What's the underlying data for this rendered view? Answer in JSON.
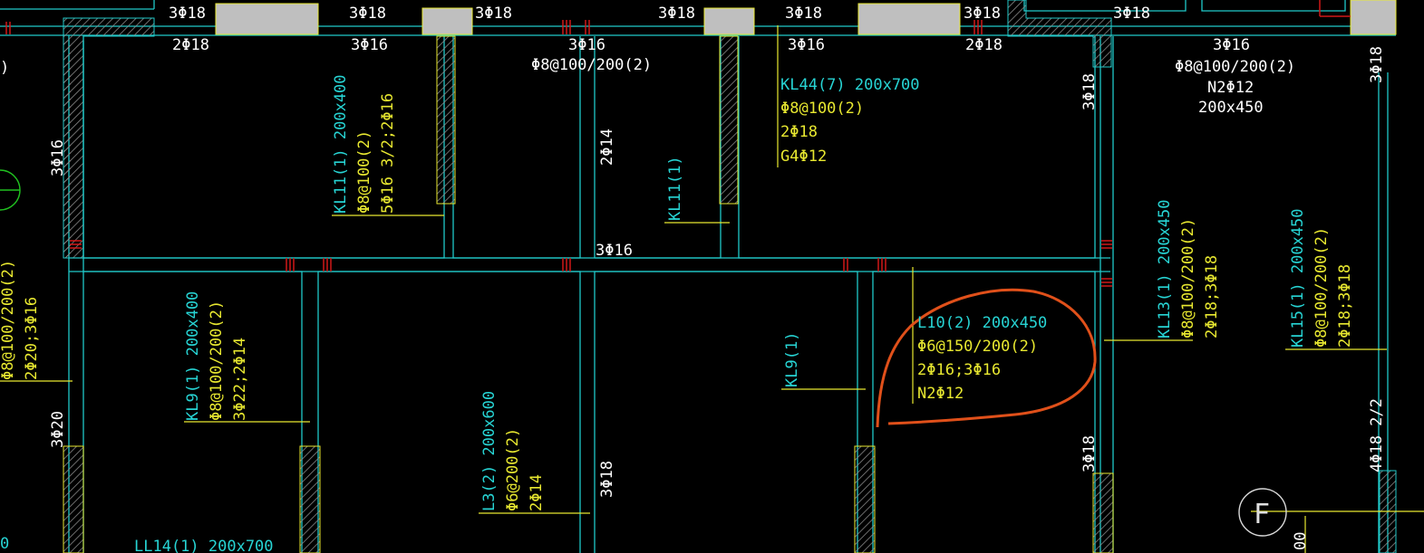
{
  "drawing": {
    "background": "#000000",
    "colors": {
      "beam": "#20c9c9",
      "column_fill": "#bfbfbf",
      "wall_hatch": "#8a8a8a",
      "leader": "#e8e830",
      "cyan_text": "#27d4d4",
      "yellow_text": "#e8e830",
      "white_text": "#ffffff",
      "section_mark": "#d01818",
      "revision_cloud": "#e0501a",
      "grid_bubble": "#20c020"
    },
    "top_rebar": {
      "a": "3Φ18",
      "b": "3Φ18",
      "c": "3Φ18",
      "d": "3Φ18",
      "e": "3Φ18",
      "f": "3Φ18",
      "g": "3Φ18"
    },
    "second_row": {
      "a": "2Φ18",
      "b": "3Φ16",
      "c": "3Φ16",
      "d": "3Φ16",
      "e": "2Φ18",
      "f": "3Φ16"
    },
    "stirrup_top_mid": "Φ8@100/200(2)",
    "right_top": {
      "line1": "Φ8@100/200(2)",
      "line2": "N2Φ12",
      "line3": "200x450"
    },
    "kl44": {
      "line1": "KL44(7) 200x700",
      "line2": "Φ8@100(2)",
      "line3": "2Φ18",
      "line4": "G4Φ12"
    },
    "kl11_a": {
      "line1": "KL11(1) 200x400",
      "line2": "Φ8@100(2)",
      "line3": "5Φ16 3/2;2Φ16"
    },
    "kl11_b": "KL11(1)",
    "v_2phi14": "2Φ14",
    "mid_3phi16": "3Φ16",
    "left_3phi16": "3Φ16",
    "left_partial": {
      "line1": "Φ8@100/200(2)",
      "line2": "2Φ20;3Φ16"
    },
    "left_3phi20": "3Φ20",
    "left_bubble_partial": ")",
    "kl9_a": {
      "line1": "KL9(1) 200x400",
      "line2": "Φ8@100/200(2)",
      "line3": "3Φ22;2Φ14"
    },
    "l3": {
      "line1": "L3(2) 200x600",
      "line2": "Φ6@200(2)",
      "line3": "2Φ14"
    },
    "v_3phi18_a": "3Φ18",
    "kl9_b": "KL9(1)",
    "l10": {
      "line1": "L10(2) 200x450",
      "line2": "Φ6@150/200(2)",
      "line3": "2Φ16;3Φ16",
      "line4": "N2Φ12"
    },
    "kl13": {
      "line1": "KL13(1) 200x450",
      "line2": "Φ8@100/200(2)",
      "line3": "2Φ18;3Φ18"
    },
    "kl15": {
      "line1": "KL15(1) 200x450",
      "line2": "Φ8@100/200(2)",
      "line3": "2Φ18;3Φ18"
    },
    "v_3phi18_b": "3Φ18",
    "v_3phi18_c": "3Φ18",
    "v_3phi18_d": "3Φ18",
    "v_right_edge": "4Φ18 2/2",
    "ll14": "LL14(1) 200x700",
    "grid_f": "F",
    "bottom_right_partial": "00",
    "bottom_left_partial": "0"
  }
}
